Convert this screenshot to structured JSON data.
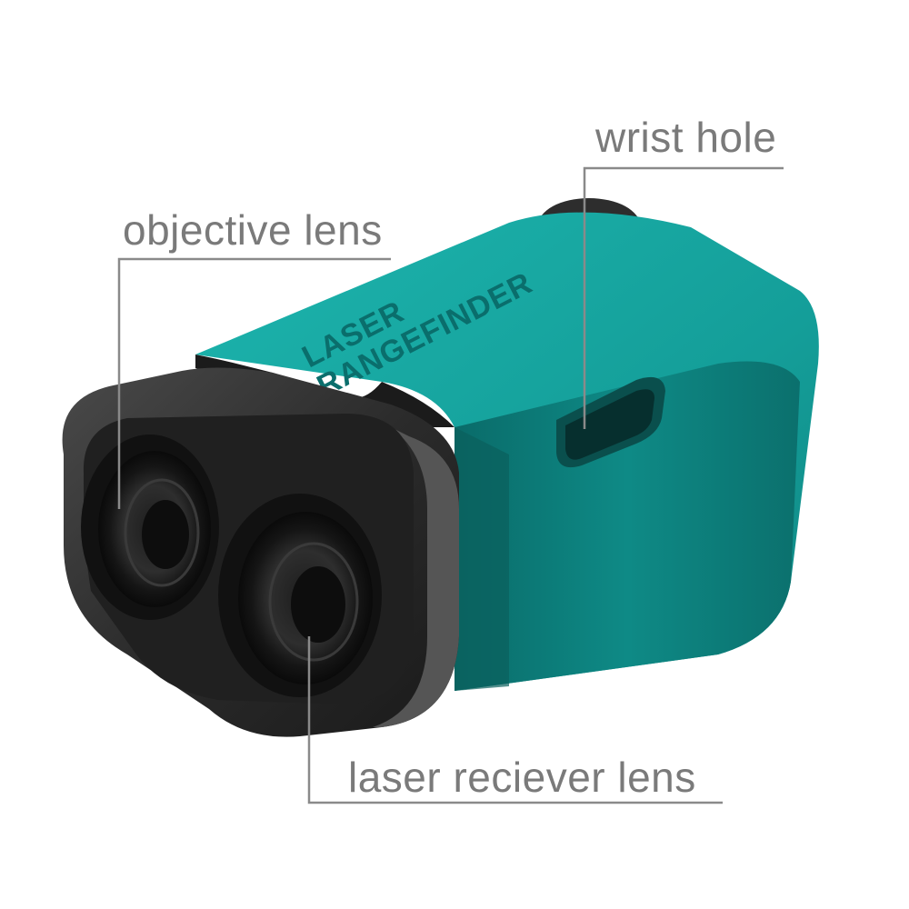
{
  "callouts": {
    "wrist_hole": "wrist hole",
    "objective_lens": "objective lens",
    "laser_receiver_lens": "laser reciever lens"
  },
  "device": {
    "brand_line_1": "LASER",
    "brand_line_2": "RANGEFINDER"
  },
  "colors": {
    "background": "#ffffff",
    "body_teal": "#129f9b",
    "body_teal_dark": "#0c7c79",
    "front_housing": "#2a2a2a",
    "leader_line": "#8a8a8a",
    "label_text": "#7a7a7a"
  }
}
